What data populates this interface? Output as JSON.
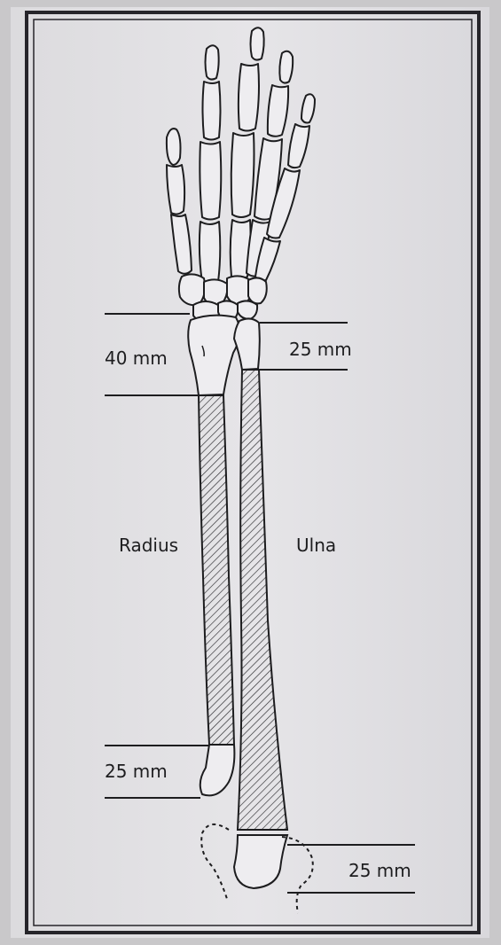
{
  "figure": {
    "labels": {
      "radius": "Radius",
      "ulna": "Ulna",
      "radius_distal_margin": "40 mm",
      "ulna_distal_margin": "25 mm",
      "radius_proximal_margin": "25 mm",
      "ulna_proximal_margin": "25 mm"
    },
    "colors": {
      "paper": "#e4e3e6",
      "ink": "#1d1d1f",
      "frame": "#26252a",
      "backdrop": "#c9c8ca"
    }
  }
}
